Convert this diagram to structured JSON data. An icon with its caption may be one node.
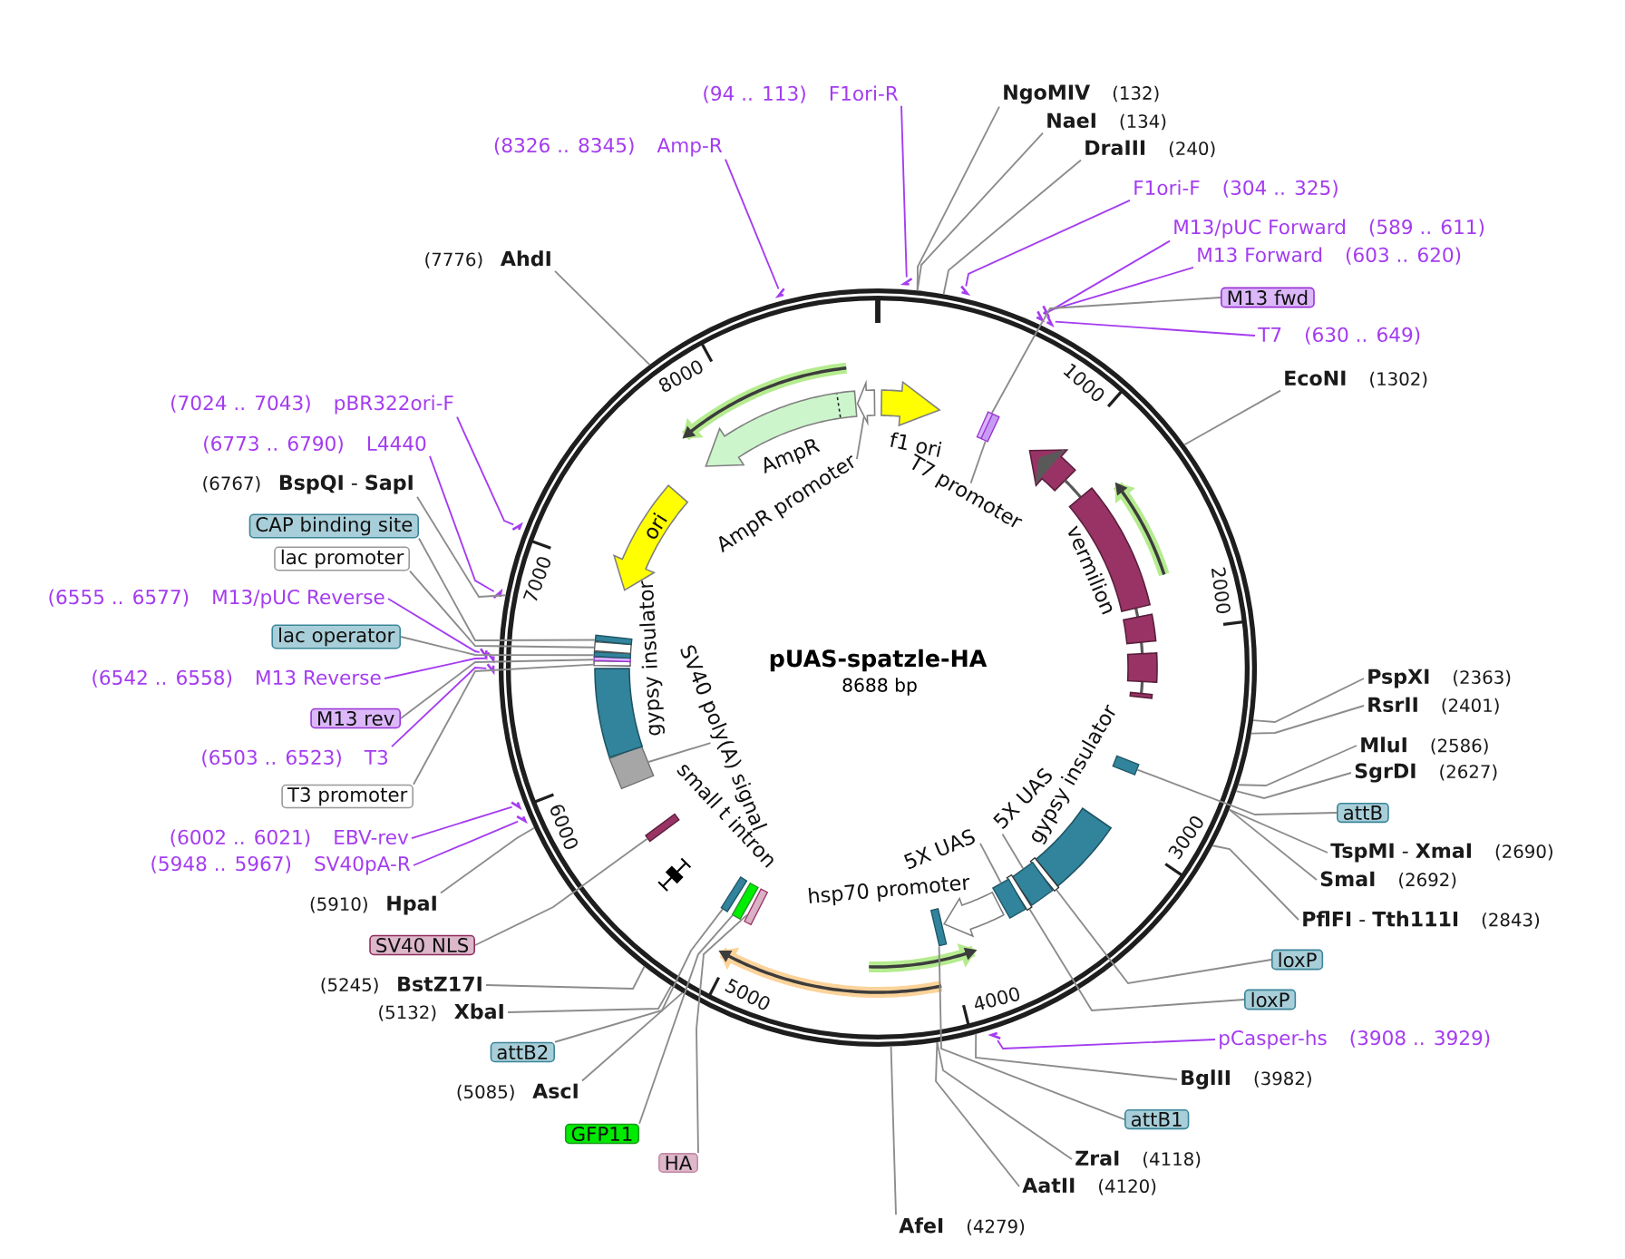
{
  "diagram": {
    "nodes": [
      {
        "text": [
          "pUAS-spatzle-HA",
          "8688 bp"
        ]
      },
      {
        "text": [
          "f1 ori"
        ],
        "in": 0
      },
      {
        "text": [
          "AmpR promoter"
        ],
        "in": 0
      },
      {
        "text": [],
        "shape": "arrow",
        "in": 0
      },
      {
        "text": [
          "AmpR"
        ],
        "in": 0
      },
      {
        "text": [
          "ori"
        ],
        "in": 0
      },
      {
        "text": [],
        "shape": "bar",
        "in": 0
      },
      {
        "text": [],
        "shape": "bar",
        "in": 0
      },
      {
        "text": [
          "T7 promoter"
        ],
        "in": 0
      },
      {
        "text": [
          "vermilion"
        ],
        "in": 0
      },
      {
        "text": [],
        "shape": "bar",
        "in": 0
      },
      {
        "text": [
          "gypsy insulator"
        ],
        "in": 0
      },
      {
        "text": [],
        "shape": "bar",
        "in": 0
      },
      {
        "text": [],
        "shape": "bar",
        "in": 0
      },
      {
        "text": [],
        "shape": "bar",
        "in": 0
      },
      {
        "text": [],
        "shape": "bar",
        "in": 0
      },
      {
        "text": [
          "5X UAS"
        ],
        "in": 0
      },
      {
        "text": [
          "5X UAS"
        ],
        "in": 0
      },
      {
        "text": [
          "hsp70 promoter"
        ],
        "in": 0
      },
      {
        "text": [],
        "shape": "bar",
        "in": 0
      },
      {
        "text": [],
        "shape": "bar",
        "in": 0
      },
      {
        "text": [],
        "shape": "bar",
        "in": 0
      },
      {
        "text": [],
        "shape": "bar",
        "in": 0
      },
      {
        "text": [
          "small t intron"
        ],
        "in": 0
      },
      {
        "text": [],
        "shape": "bar",
        "in": 0
      },
      {
        "text": [],
        "shape": "bar",
        "in": 0
      },
      {
        "text": [
          "SV40 poly(A) signal"
        ],
        "in": 0
      },
      {
        "text": [
          "gypsy insulator"
        ],
        "in": 0
      },
      {
        "text": [],
        "shape": "bar",
        "in": 0
      },
      {
        "text": [],
        "shape": "bar",
        "in": 0
      },
      {
        "text": [],
        "shape": "bar",
        "in": 0
      },
      {
        "text": [],
        "shape": "bar",
        "in": 0
      },
      {
        "text": [],
        "shape": "bar",
        "in": 0
      },
      {
        "text": [
          "(94 .. 113)",
          "F1ori-R"
        ]
      },
      {
        "text": [
          "NgoMIV",
          "(132)"
        ]
      },
      {
        "text": [
          "NaeI",
          "(134)"
        ]
      },
      {
        "text": [
          "DraIII",
          "(240)"
        ]
      },
      {
        "text": [
          "F1ori-F",
          "(304 .. 325)"
        ]
      },
      {
        "text": [
          "M13/pUC Forward",
          "(589 .. 611)"
        ]
      },
      {
        "text": [
          "M13 Forward",
          "(603 .. 620)"
        ]
      },
      {
        "text": [
          "M13 fwd"
        ]
      },
      {
        "text": [
          "T7",
          "(630 .. 649)"
        ]
      },
      {
        "text": [
          "EcoNI",
          "(1302)"
        ]
      },
      {
        "text": [
          "PspXI",
          "(2363)"
        ]
      },
      {
        "text": [
          "RsrII",
          "(2401)"
        ]
      },
      {
        "text": [
          "MluI",
          "(2586)"
        ]
      },
      {
        "text": [
          "SgrDI",
          "(2627)"
        ]
      },
      {
        "text": [
          "attB"
        ]
      },
      {
        "text": [
          "**TspMI** - **XmaI**",
          "(2690)"
        ]
      },
      {
        "text": [
          "SmaI",
          "(2692)"
        ]
      },
      {
        "text": [
          "**PflFI** - **Tth111I**",
          "(2843)"
        ]
      },
      {
        "text": [
          "loxP"
        ]
      },
      {
        "text": [
          "loxP"
        ]
      },
      {
        "text": [
          "pCasper-hs",
          "(3908 .. 3929)"
        ]
      },
      {
        "text": [
          "BglII",
          "(3982)"
        ]
      },
      {
        "text": [
          "attB1"
        ]
      },
      {
        "text": [
          "ZraI",
          "(4118)"
        ]
      },
      {
        "text": [
          "AatII",
          "(4120)"
        ]
      },
      {
        "text": [
          "AfeI",
          "(4279)"
        ]
      },
      {
        "text": [
          "HA"
        ]
      },
      {
        "text": [
          "GFP11"
        ]
      },
      {
        "text": [
          "(5085)",
          "AscI"
        ]
      },
      {
        "text": [
          "attB2"
        ]
      },
      {
        "text": [
          "(5132)",
          "XbaI"
        ]
      },
      {
        "text": [
          "(5245)",
          "BstZ17I"
        ]
      },
      {
        "text": [
          "SV40 NLS"
        ]
      },
      {
        "text": [
          "(5910)",
          "HpaI"
        ]
      },
      {
        "text": [
          "(5948 .. 5967)",
          "SV40pA-R"
        ]
      },
      {
        "text": [
          "(6002 .. 6021)",
          "EBV-rev"
        ]
      },
      {
        "text": [
          "T3 promoter"
        ]
      },
      {
        "text": [
          "(6503 .. 6523)",
          "T3"
        ]
      },
      {
        "text": [
          "M13 rev"
        ]
      },
      {
        "text": [
          "(6542 .. 6558)",
          "M13 Reverse"
        ]
      },
      {
        "text": [
          "lac operator"
        ]
      },
      {
        "text": [
          "(6555 .. 6577)",
          "M13/pUC Reverse"
        ]
      },
      {
        "text": [
          "lac promoter"
        ]
      },
      {
        "text": [
          "CAP binding site"
        ]
      },
      {
        "text": [
          "(6767)",
          "**BspQI** - **SapI**"
        ]
      },
      {
        "text": [
          "(6773 .. 6790)",
          "L4440"
        ]
      },
      {
        "text": [
          "(7024 .. 7043)",
          "pBR322ori-F"
        ]
      },
      {
        "text": [
          "(7776)",
          "AhdI"
        ]
      },
      {
        "text": [
          "(8326 .. 8345)",
          "Amp-R"
        ]
      },
      {
        "text": [],
        "shape": "arrow"
      },
      {
        "text": [],
        "shape": "arrow"
      },
      {
        "text": [],
        "shape": "arrow"
      },
      {
        "text": [],
        "shape": "arrow"
      },
      {
        "text": [],
        "shape": "arrow"
      },
      {
        "text": [],
        "shape": "arrow"
      },
      {
        "text": [],
        "shape": "arrow"
      },
      {
        "text": [],
        "shape": "arrow"
      },
      {
        "text": [],
        "shape": "arrow"
      },
      {
        "text": [],
        "shape": "arrow"
      },
      {
        "text": [],
        "shape": "arrow"
      },
      {
        "text": [],
        "shape": "arrow"
      },
      {
        "text": [],
        "shape": "arrow"
      },
      {
        "text": [],
        "shape": "arrow"
      }
    ],
    "edges": [
      {
        "from": 2,
        "to": 3,
        "arrow": "none"
      },
      {
        "from": 8,
        "to": 7,
        "arrow": "none"
      },
      {
        "from": 16,
        "to": 13,
        "arrow": "none"
      },
      {
        "from": 17,
        "to": 15,
        "arrow": "none"
      },
      {
        "from": 26,
        "to": 25,
        "arrow": "none"
      },
      {
        "from": 33,
        "to": 82,
        "arrow": "none",
        "color": "#a43cf0"
      },
      {
        "from": 34,
        "to": 0,
        "arrow": "none"
      },
      {
        "from": 35,
        "to": 0,
        "arrow": "none"
      },
      {
        "from": 36,
        "to": 0,
        "arrow": "none"
      },
      {
        "from": 37,
        "to": 83,
        "arrow": "none",
        "color": "#a43cf0"
      },
      {
        "from": 38,
        "to": 84,
        "arrow": "none",
        "color": "#a43cf0"
      },
      {
        "from": 39,
        "to": 85,
        "arrow": "none",
        "color": "#a43cf0"
      },
      {
        "from": 40,
        "to": 6,
        "arrow": "none"
      },
      {
        "from": 41,
        "to": 86,
        "arrow": "none",
        "color": "#a43cf0"
      },
      {
        "from": 42,
        "to": 0,
        "arrow": "none"
      },
      {
        "from": 43,
        "to": 0,
        "arrow": "none"
      },
      {
        "from": 44,
        "to": 0,
        "arrow": "none"
      },
      {
        "from": 45,
        "to": 0,
        "arrow": "none"
      },
      {
        "from": 46,
        "to": 0,
        "arrow": "none"
      },
      {
        "from": 47,
        "to": 10,
        "arrow": "none"
      },
      {
        "from": 48,
        "to": 0,
        "arrow": "none"
      },
      {
        "from": 49,
        "to": 0,
        "arrow": "none"
      },
      {
        "from": 50,
        "to": 0,
        "arrow": "none"
      },
      {
        "from": 51,
        "to": 12,
        "arrow": "none"
      },
      {
        "from": 52,
        "to": 14,
        "arrow": "none"
      },
      {
        "from": 53,
        "to": 87,
        "arrow": "none",
        "color": "#a43cf0"
      },
      {
        "from": 54,
        "to": 0,
        "arrow": "none"
      },
      {
        "from": 55,
        "to": 19,
        "arrow": "none"
      },
      {
        "from": 56,
        "to": 0,
        "arrow": "none"
      },
      {
        "from": 57,
        "to": 0,
        "arrow": "none"
      },
      {
        "from": 58,
        "to": 0,
        "arrow": "none"
      },
      {
        "from": 59,
        "to": 20,
        "arrow": "none"
      },
      {
        "from": 60,
        "to": 21,
        "arrow": "none"
      },
      {
        "from": 61,
        "to": 0,
        "arrow": "none"
      },
      {
        "from": 62,
        "to": 22,
        "arrow": "none"
      },
      {
        "from": 63,
        "to": 0,
        "arrow": "none"
      },
      {
        "from": 64,
        "to": 0,
        "arrow": "none"
      },
      {
        "from": 65,
        "to": 24,
        "arrow": "none"
      },
      {
        "from": 66,
        "to": 0,
        "arrow": "none"
      },
      {
        "from": 67,
        "to": 88,
        "arrow": "none",
        "color": "#a43cf0"
      },
      {
        "from": 68,
        "to": 89,
        "arrow": "none",
        "color": "#a43cf0"
      },
      {
        "from": 69,
        "to": 28,
        "arrow": "none"
      },
      {
        "from": 70,
        "to": 90,
        "arrow": "none",
        "color": "#a43cf0"
      },
      {
        "from": 71,
        "to": 29,
        "arrow": "none"
      },
      {
        "from": 72,
        "to": 91,
        "arrow": "none",
        "color": "#a43cf0"
      },
      {
        "from": 73,
        "to": 30,
        "arrow": "none"
      },
      {
        "from": 74,
        "to": 92,
        "arrow": "none",
        "color": "#a43cf0"
      },
      {
        "from": 75,
        "to": 31,
        "arrow": "none"
      },
      {
        "from": 76,
        "to": 32,
        "arrow": "none"
      },
      {
        "from": 77,
        "to": 0,
        "arrow": "none"
      },
      {
        "from": 78,
        "to": 93,
        "arrow": "none",
        "color": "#a43cf0"
      },
      {
        "from": 79,
        "to": 94,
        "arrow": "none",
        "color": "#a43cf0"
      },
      {
        "from": 80,
        "to": 0,
        "arrow": "none"
      },
      {
        "from": 81,
        "to": 95,
        "arrow": "none",
        "color": "#a43cf0"
      }
    ],
    "labels": [
      "8000",
      "1000",
      "7000",
      "2000",
      "6000",
      "3000",
      "5000",
      "4000"
    ]
  }
}
